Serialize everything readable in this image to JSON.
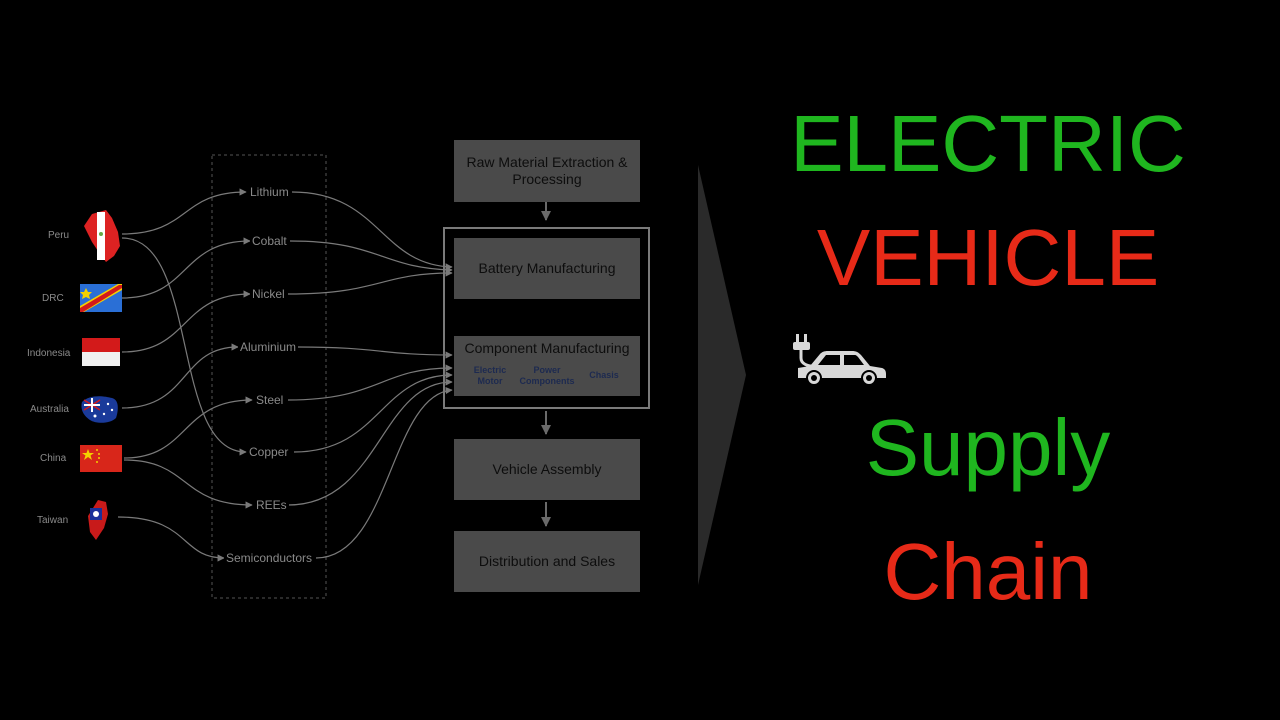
{
  "countries": [
    {
      "label": "Peru",
      "flag": "peru-flag-icon"
    },
    {
      "label": "DRC",
      "flag": "drc-flag-icon"
    },
    {
      "label": "Indonesia",
      "flag": "indonesia-flag-icon"
    },
    {
      "label": "Australia",
      "flag": "australia-flag-icon"
    },
    {
      "label": "China",
      "flag": "china-flag-icon"
    },
    {
      "label": "Taiwan",
      "flag": "taiwan-flag-icon"
    }
  ],
  "materials": [
    "Lithium",
    "Cobalt",
    "Nickel",
    "Aluminium",
    "Steel",
    "Copper",
    "REEs",
    "Semiconductors"
  ],
  "stages": {
    "raw": [
      "Raw Material Extraction &",
      "Processing"
    ],
    "battery": "Battery Manufacturing",
    "component": "Component Manufacturing",
    "component_parts": [
      [
        "Electric",
        "Motor"
      ],
      [
        "Power",
        "Components"
      ],
      [
        "Chasis"
      ]
    ],
    "assembly": "Vehicle Assembly",
    "distribution": "Distribution and Sales"
  },
  "title": {
    "line1": "ELECTRIC",
    "line2": "VEHICLE",
    "line3": "Supply",
    "line4": "Chain"
  },
  "icons": {
    "car": "ev-car-charging-icon",
    "arrow": "large-right-arrow-icon"
  },
  "colors": {
    "green": "#1fb61f",
    "red": "#e72a18",
    "box": "#4a4a4a",
    "line": "#7a7a7a"
  }
}
